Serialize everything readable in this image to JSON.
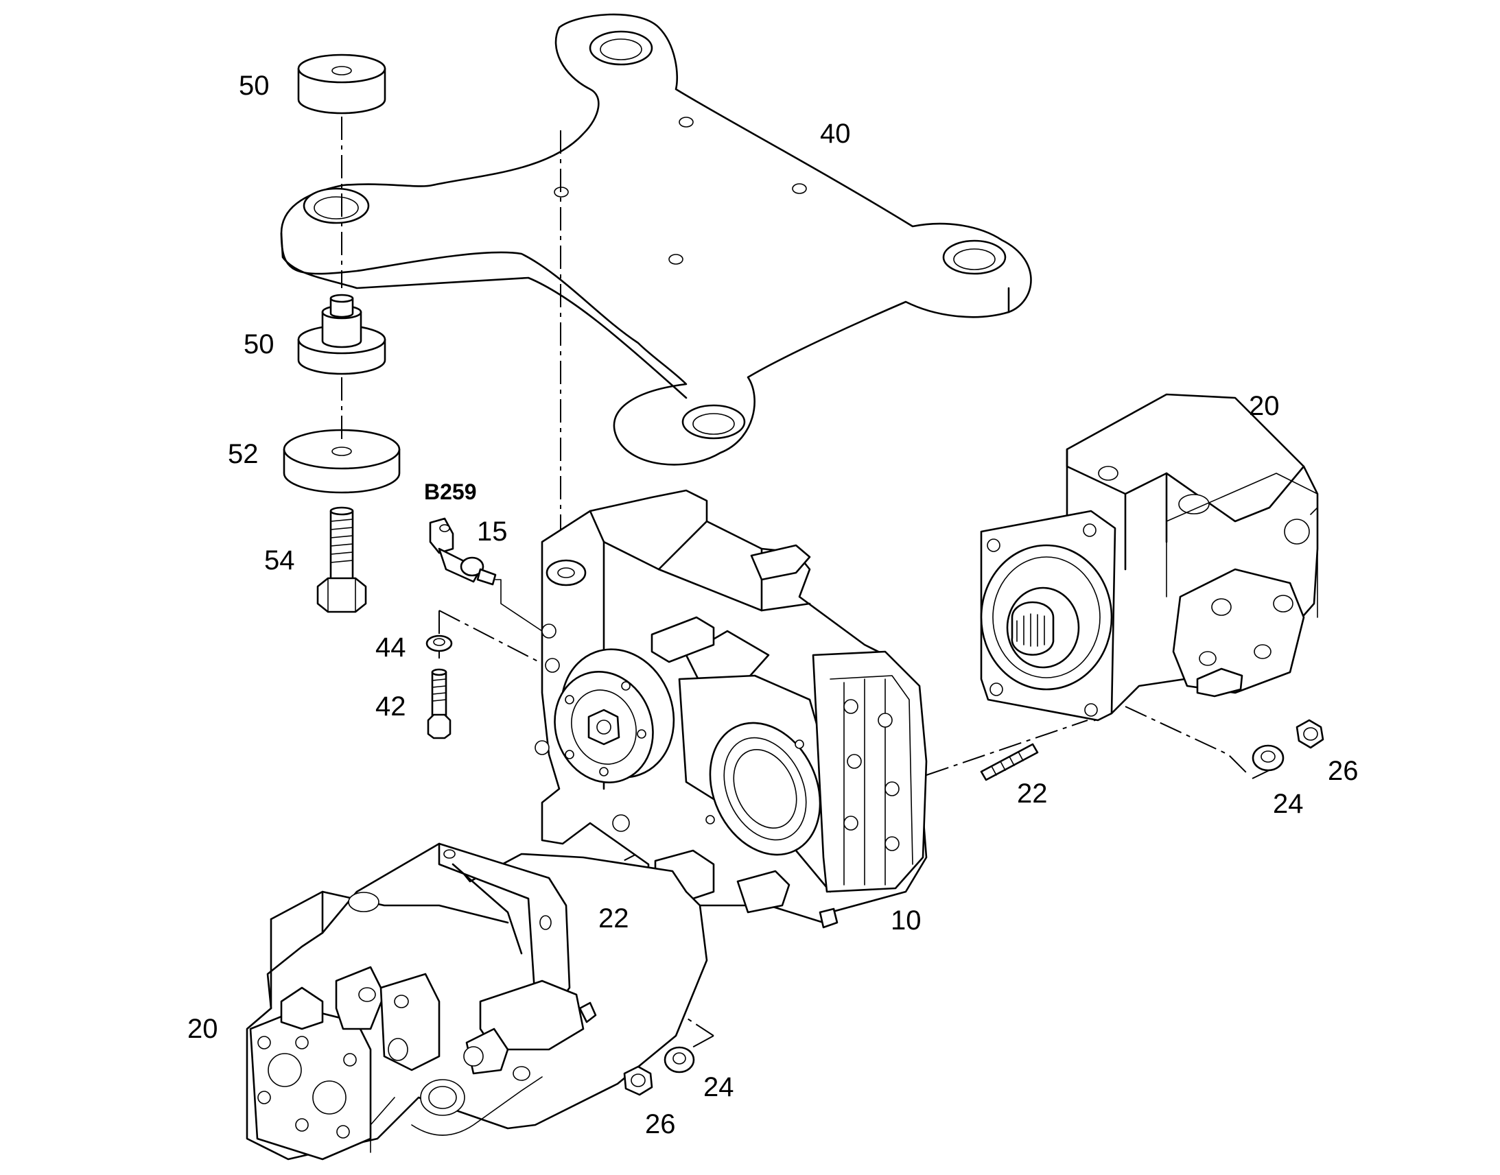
{
  "callouts": {
    "c50_top": "50",
    "c40": "40",
    "c50_mid": "50",
    "c52": "52",
    "cB259": "B259",
    "c15": "15",
    "c54": "54",
    "c44": "44",
    "c42": "42",
    "c20_right": "20",
    "c22_right": "22",
    "c24_right": "24",
    "c26_right": "26",
    "c22_left": "22",
    "c10": "10",
    "c20_left": "20",
    "c24_left": "24",
    "c26_left": "26"
  }
}
